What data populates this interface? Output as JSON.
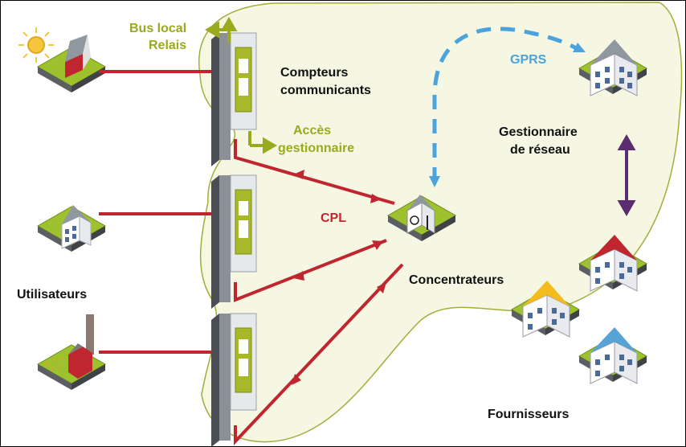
{
  "labels": {
    "bus_local": "Bus local",
    "relais": "Relais",
    "compteurs_line1": "Compteurs",
    "compteurs_line2": "communicants",
    "acces_line1": "Accès",
    "acces_line2": "gestionnaire",
    "gprs": "GPRS",
    "gestionnaire_line1": "Gestionnaire",
    "gestionnaire_line2": "de réseau",
    "cpl": "CPL",
    "concentrateurs": "Concentrateurs",
    "utilisateurs": "Utilisateurs",
    "fournisseurs": "Fournisseurs"
  },
  "colors": {
    "zone_fill": "#f5f7e2",
    "zone_stroke": "#a3ad3a",
    "grass": "#9dc22e",
    "cpl_red": "#c0262f",
    "gprs_blue": "#4aa3dc",
    "green_arrow": "#9aaa1e",
    "purple_arrow": "#5b2c6f",
    "roof_grey": "#8f979f",
    "roof_red": "#c0262f",
    "roof_yellow": "#f4bb1d",
    "roof_blue": "#58a3d6",
    "sun": "#f6c53b"
  }
}
